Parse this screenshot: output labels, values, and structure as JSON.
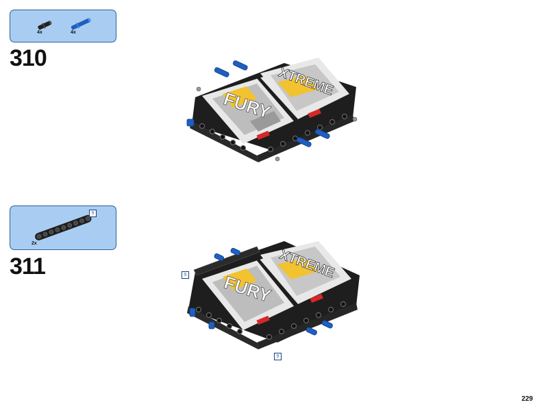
{
  "step_310": {
    "number": "310",
    "parts": [
      {
        "qty": "4x",
        "icon": "black-friction-pin-icon",
        "color": "#222222"
      },
      {
        "qty": "4x",
        "icon": "blue-long-axle-pin-icon",
        "color": "#1f5fbf"
      }
    ]
  },
  "step_311": {
    "number": "311",
    "parts": [
      {
        "qty": "2x",
        "icon": "black-liftarm-9-icon",
        "color": "#222222",
        "length_label": "9"
      }
    ],
    "callouts": [
      "9",
      "9"
    ]
  },
  "page_number": "229",
  "colors": {
    "parts_box_bg": "#a9cdf2",
    "parts_box_border": "#2b5e9a",
    "technic_black": "#1e1e1e",
    "technic_blue": "#1f5fbf",
    "panel_yellow": "#f2c230",
    "panel_grey": "#b9b9b9"
  }
}
